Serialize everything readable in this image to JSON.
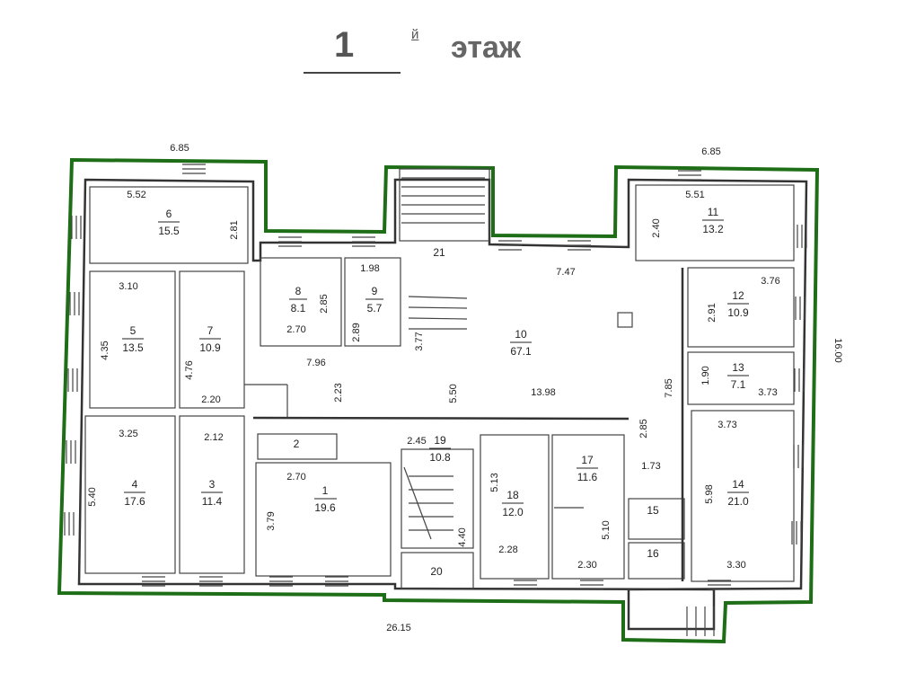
{
  "title": {
    "number": "1",
    "superscript": "й",
    "word": "этаж"
  },
  "colors": {
    "outline": "#1d6e16",
    "walls": "#333333",
    "title": "#555555"
  },
  "rooms": [
    {
      "id": "1",
      "area": "19.6"
    },
    {
      "id": "2",
      "area": ""
    },
    {
      "id": "3",
      "area": "11.4"
    },
    {
      "id": "4",
      "area": "17.6"
    },
    {
      "id": "5",
      "area": "13.5"
    },
    {
      "id": "6",
      "area": "15.5"
    },
    {
      "id": "7",
      "area": "10.9"
    },
    {
      "id": "8",
      "area": "8.1"
    },
    {
      "id": "9",
      "area": "5.7"
    },
    {
      "id": "10",
      "area": "67.1"
    },
    {
      "id": "11",
      "area": "13.2"
    },
    {
      "id": "12",
      "area": "10.9"
    },
    {
      "id": "13",
      "area": "7.1"
    },
    {
      "id": "14",
      "area": "21.0"
    },
    {
      "id": "15",
      "area": ""
    },
    {
      "id": "16",
      "area": ""
    },
    {
      "id": "17",
      "area": "11.6"
    },
    {
      "id": "18",
      "area": "12.0"
    },
    {
      "id": "19",
      "area": "10.8"
    },
    {
      "id": "20",
      "area": ""
    },
    {
      "id": "21",
      "area": ""
    }
  ],
  "dimensions": [
    "6.85",
    "6.85",
    "26.15",
    "16.00",
    "5.52",
    "2.81",
    "5.51",
    "2.40",
    "3.10",
    "4.35",
    "4.76",
    "2.20",
    "1.98",
    "2.85",
    "2.70",
    "2.89",
    "7.96",
    "3.77",
    "7.47",
    "2.91",
    "3.76",
    "1.90",
    "3.73",
    "7.85",
    "5.50",
    "13.98",
    "2.23",
    "3.25",
    "2.12",
    "5.40",
    "2.70",
    "3.79",
    "2.45",
    "4.40",
    "5.13",
    "2.28",
    "5.10",
    "2.30",
    "2.85",
    "1.73",
    "3.73",
    "5.98",
    "3.30"
  ]
}
